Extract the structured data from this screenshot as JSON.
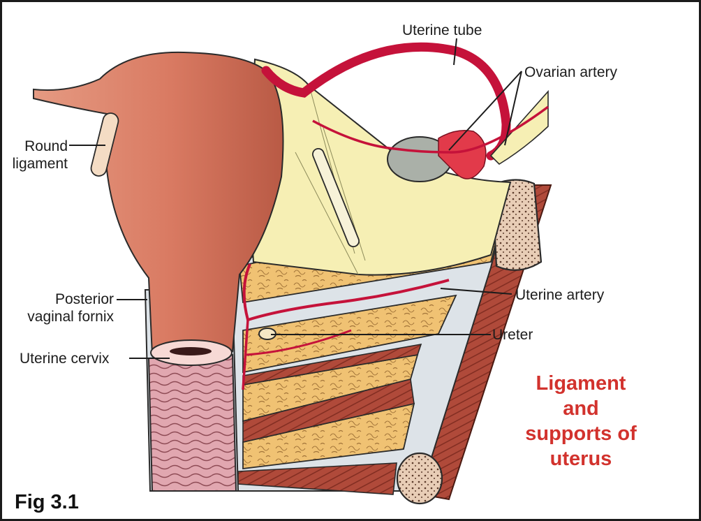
{
  "labels": {
    "uterine_tube": "Uterine tube",
    "ovarian_artery": "Ovarian artery",
    "round_ligament": "Round\nligament",
    "posterior_vaginal_fornix": "Posterior\nvaginal fornix",
    "uterine_cervix": "Uterine cervix",
    "uterine_artery": "Uterine artery",
    "ureter": "Ureter"
  },
  "caption": "Ligament\nand\nsupports of\nuterus",
  "figure_number": "Fig 3.1",
  "colors": {
    "caption": "#d2322d",
    "uterus": "#d97a62",
    "broad_ligament": "#f6efb4",
    "fat": "#f0c273",
    "muscle": "#b04a3a",
    "artery": "#c5123a",
    "fascia": "#dde3e8",
    "vagina": "#e1a7b0",
    "bone": "#f2dcc9"
  }
}
